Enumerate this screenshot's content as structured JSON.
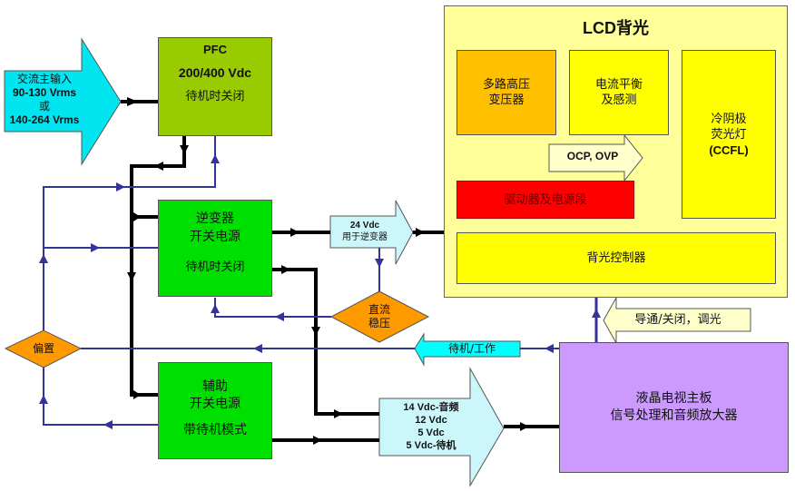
{
  "colors": {
    "input_arrow": "#00e5f0",
    "pfc": "#99cc00",
    "green_block": "#00e000",
    "lcd_backlight_panel": "#ffff99",
    "transformer": "#ffc000",
    "yellow_block": "#ffff00",
    "driver": "#ff0000",
    "dc_arrow": "#ccf7fa",
    "diamond": "#ff9900",
    "standby_arrow": "#00ffff",
    "mainboard": "#cc99ff",
    "signal_wire": "#333399",
    "power_wire": "#000000"
  },
  "ac_input": {
    "line1": "交流主输入",
    "line2": "90-130 Vrms",
    "line3": "或",
    "line4": "140-264 Vrms"
  },
  "pfc": {
    "title": "PFC",
    "voltage": "200/400 Vdc",
    "note": "待机时关闭"
  },
  "inverter_psu": {
    "line1": "逆变器",
    "line2": "开关电源",
    "note": "待机时关闭"
  },
  "aux_psu": {
    "line1": "辅助",
    "line2": "开关电源",
    "note": "带待机模式"
  },
  "bias": {
    "label": "偏置"
  },
  "dc_regulator": {
    "line1": "直流",
    "line2": "稳压"
  },
  "inverter_24v": {
    "line1": "24 Vdc",
    "line2": "用于逆变器"
  },
  "outputs": {
    "line1": "14 Vdc-音频",
    "line2": "12 Vdc",
    "line3": "5 Vdc",
    "line4": "5 Vdc-待机"
  },
  "standby_signal": {
    "label": "待机/工作"
  },
  "lcd_backlight": {
    "title": "LCD背光",
    "transformer": {
      "line1": "多路高压",
      "line2": "变压器"
    },
    "current_balance": {
      "line1": "电流平衡",
      "line2": "及感测"
    },
    "ccfl": {
      "line1": "冷阴极",
      "line2": "荧光灯",
      "line3": "(CCFL)"
    },
    "protection": {
      "label": "OCP, OVP"
    },
    "driver": {
      "label": "驱动器及电源段"
    },
    "controller": {
      "label": "背光控制器"
    }
  },
  "dimming_signal": {
    "label": "导通/关闭，调光"
  },
  "mainboard": {
    "line1": "液晶电视主板",
    "line2": "信号处理和音频放大器"
  }
}
